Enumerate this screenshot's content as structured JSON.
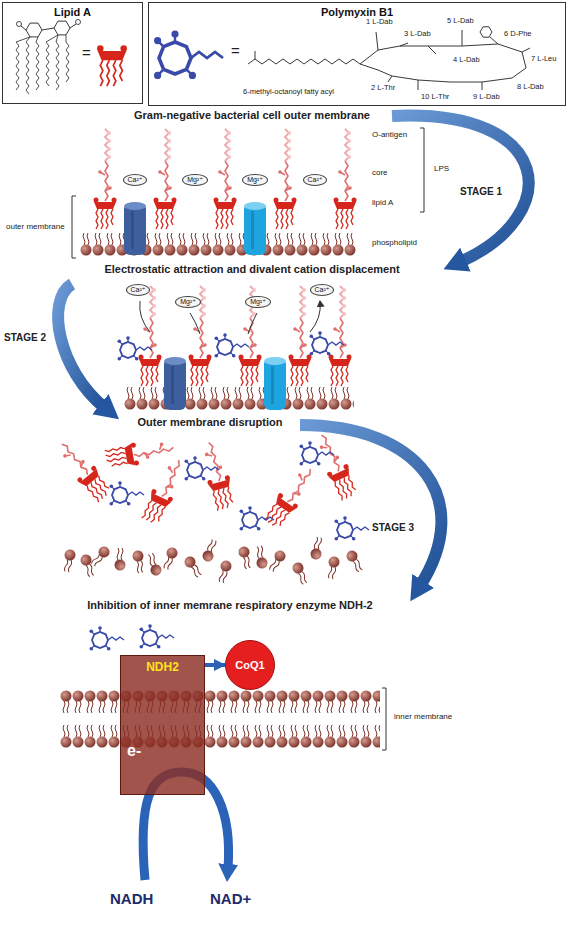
{
  "diagram": {
    "nodes": [
      {
        "text": [
          "Lipid A"
        ]
      },
      {
        "text": [
          "Polymyxin B1"
        ]
      },
      {
        "text": [
          "Ca²⁺"
        ]
      },
      {
        "text": [
          "Mg²⁺"
        ]
      },
      {
        "text": [
          "Mg²⁺"
        ]
      },
      {
        "text": [
          "Ca²⁺"
        ]
      },
      {
        "text": [
          "Ca²⁺"
        ]
      },
      {
        "text": [
          "Mg²⁺"
        ]
      },
      {
        "text": [
          "Mg²⁺"
        ]
      },
      {
        "text": [
          "Ca²⁺"
        ]
      },
      {
        "text": [
          "NDH2"
        ]
      },
      {
        "text": [
          "CoQ1"
        ]
      }
    ],
    "edges": [
      {
        "from": 10,
        "to": 11,
        "arrow": "to"
      }
    ],
    "labels": [
      "=",
      "=",
      "1 L-Dab",
      "2 L-Thr",
      "3 L-Dab",
      "4 L-Dab",
      "5 L-Dab",
      "6 D-Phe",
      "7 L-Leu",
      "8 L-Dab",
      "9 L-Dab",
      "10 L-Thr",
      "6-methyl-octanoyl fatty acyl",
      "Gram-negative bacterial cell outer membrane",
      "O-antigen",
      "core",
      "lipid A",
      "LPS",
      "phospholipid",
      "outer membrane",
      "STAGE 1",
      "Electrostatic attraction and divalent cation displacement",
      "STAGE 2",
      "Outer membrane disruption",
      "STAGE 3",
      "Inhibition of inner memrane respiratory enzyme NDH-2",
      "e-",
      "inner membrane",
      "NADH",
      "NAD+"
    ]
  }
}
